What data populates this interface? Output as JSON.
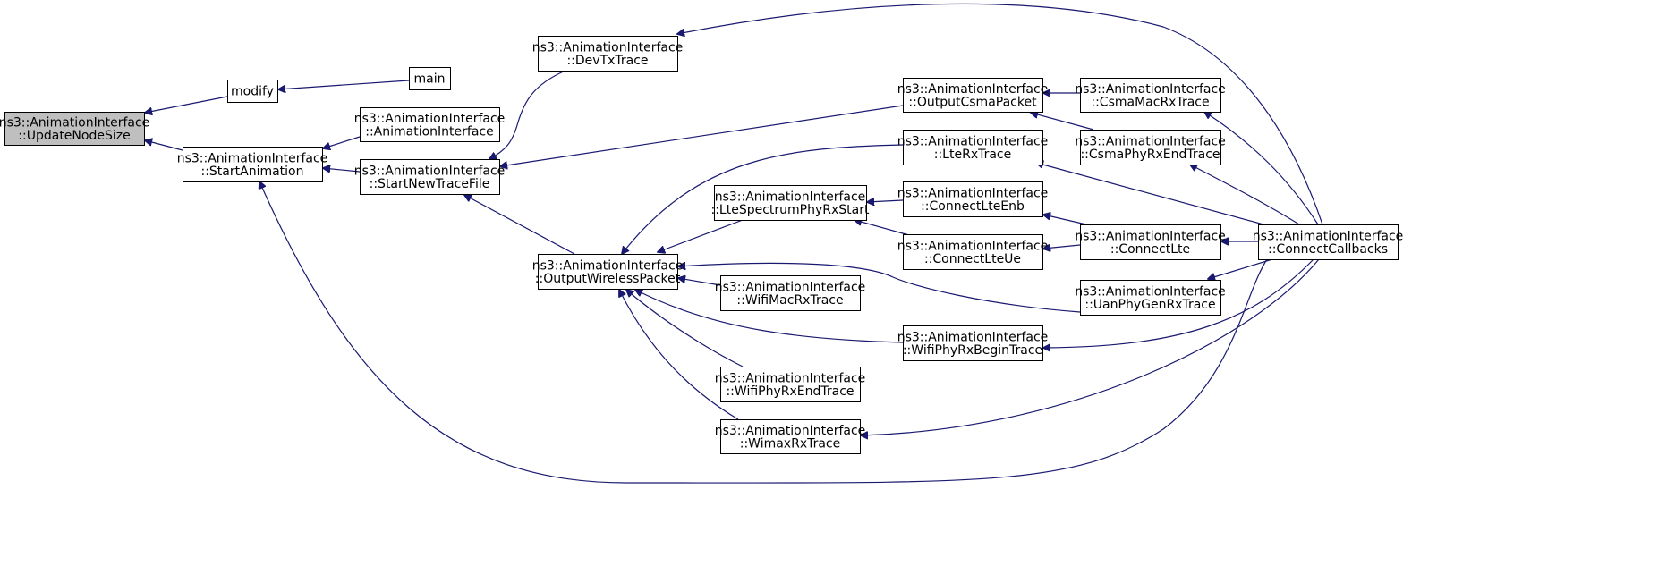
{
  "colors": {
    "edge": "#191970",
    "root_fill": "#bfbfbf",
    "node_fill": "#ffffff",
    "border": "#000000"
  },
  "nodes": [
    {
      "id": "update_node_size",
      "lines": [
        "ns3::AnimationInterface",
        "::UpdateNodeSize"
      ],
      "root": true
    },
    {
      "id": "modify",
      "lines": [
        "modify"
      ]
    },
    {
      "id": "main",
      "lines": [
        "main"
      ]
    },
    {
      "id": "start_animation",
      "lines": [
        "ns3::AnimationInterface",
        "::StartAnimation"
      ]
    },
    {
      "id": "animation_interface",
      "lines": [
        "ns3::AnimationInterface",
        "::AnimationInterface"
      ]
    },
    {
      "id": "start_new_trace_file",
      "lines": [
        "ns3::AnimationInterface",
        "::StartNewTraceFile"
      ]
    },
    {
      "id": "dev_tx_trace",
      "lines": [
        "ns3::AnimationInterface",
        "::DevTxTrace"
      ]
    },
    {
      "id": "output_wireless_packet",
      "lines": [
        "ns3::AnimationInterface",
        "::OutputWirelessPacket"
      ]
    },
    {
      "id": "output_csma_packet",
      "lines": [
        "ns3::AnimationInterface",
        "::OutputCsmaPacket"
      ]
    },
    {
      "id": "lte_rx_trace",
      "lines": [
        "ns3::AnimationInterface",
        "::LteRxTrace"
      ]
    },
    {
      "id": "lte_spectrum_phy_rx_start",
      "lines": [
        "ns3::AnimationInterface",
        "::LteSpectrumPhyRxStart"
      ]
    },
    {
      "id": "wifi_mac_rx_trace",
      "lines": [
        "ns3::AnimationInterface",
        "::WifiMacRxTrace"
      ]
    },
    {
      "id": "wifi_phy_rx_begin_trace",
      "lines": [
        "ns3::AnimationInterface",
        "::WifiPhyRxBeginTrace"
      ]
    },
    {
      "id": "wifi_phy_rx_end_trace",
      "lines": [
        "ns3::AnimationInterface",
        "::WifiPhyRxEndTrace"
      ]
    },
    {
      "id": "wimax_rx_trace",
      "lines": [
        "ns3::AnimationInterface",
        "::WimaxRxTrace"
      ]
    },
    {
      "id": "connect_lte_enb",
      "lines": [
        "ns3::AnimationInterface",
        "::ConnectLteEnb"
      ]
    },
    {
      "id": "connect_lte_ue",
      "lines": [
        "ns3::AnimationInterface",
        "::ConnectLteUe"
      ]
    },
    {
      "id": "csma_mac_rx_trace",
      "lines": [
        "ns3::AnimationInterface",
        "::CsmaMacRxTrace"
      ]
    },
    {
      "id": "csma_phy_rx_end_trace",
      "lines": [
        "ns3::AnimationInterface",
        "::CsmaPhyRxEndTrace"
      ]
    },
    {
      "id": "connect_lte",
      "lines": [
        "ns3::AnimationInterface",
        "::ConnectLte"
      ]
    },
    {
      "id": "uan_phy_gen_rx_trace",
      "lines": [
        "ns3::AnimationInterface",
        "::UanPhyGenRxTrace"
      ]
    },
    {
      "id": "connect_callbacks",
      "lines": [
        "ns3::AnimationInterface",
        "::ConnectCallbacks"
      ]
    }
  ],
  "edges": [
    {
      "from": "modify",
      "to": "update_node_size"
    },
    {
      "from": "start_animation",
      "to": "update_node_size"
    },
    {
      "from": "main",
      "to": "modify"
    },
    {
      "from": "animation_interface",
      "to": "start_animation"
    },
    {
      "from": "start_new_trace_file",
      "to": "start_animation"
    },
    {
      "from": "connect_callbacks",
      "to": "start_animation"
    },
    {
      "from": "dev_tx_trace",
      "to": "start_new_trace_file"
    },
    {
      "from": "output_csma_packet",
      "to": "start_new_trace_file"
    },
    {
      "from": "output_wireless_packet",
      "to": "start_new_trace_file"
    },
    {
      "from": "connect_callbacks",
      "to": "dev_tx_trace"
    },
    {
      "from": "csma_mac_rx_trace",
      "to": "output_csma_packet"
    },
    {
      "from": "csma_phy_rx_end_trace",
      "to": "output_csma_packet"
    },
    {
      "from": "lte_rx_trace",
      "to": "output_wireless_packet"
    },
    {
      "from": "lte_spectrum_phy_rx_start",
      "to": "output_wireless_packet"
    },
    {
      "from": "uan_phy_gen_rx_trace",
      "to": "output_wireless_packet"
    },
    {
      "from": "wifi_mac_rx_trace",
      "to": "output_wireless_packet"
    },
    {
      "from": "wifi_phy_rx_begin_trace",
      "to": "output_wireless_packet"
    },
    {
      "from": "wifi_phy_rx_end_trace",
      "to": "output_wireless_packet"
    },
    {
      "from": "wimax_rx_trace",
      "to": "output_wireless_packet"
    },
    {
      "from": "connect_lte_enb",
      "to": "lte_spectrum_phy_rx_start"
    },
    {
      "from": "connect_lte_ue",
      "to": "lte_spectrum_phy_rx_start"
    },
    {
      "from": "connect_lte",
      "to": "connect_lte_enb"
    },
    {
      "from": "connect_lte",
      "to": "connect_lte_ue"
    },
    {
      "from": "connect_callbacks",
      "to": "csma_mac_rx_trace"
    },
    {
      "from": "connect_callbacks",
      "to": "csma_phy_rx_end_trace"
    },
    {
      "from": "connect_callbacks",
      "to": "lte_rx_trace"
    },
    {
      "from": "connect_callbacks",
      "to": "connect_lte"
    },
    {
      "from": "connect_callbacks",
      "to": "uan_phy_gen_rx_trace"
    },
    {
      "from": "connect_callbacks",
      "to": "wifi_phy_rx_begin_trace"
    },
    {
      "from": "connect_callbacks",
      "to": "wimax_rx_trace"
    }
  ]
}
